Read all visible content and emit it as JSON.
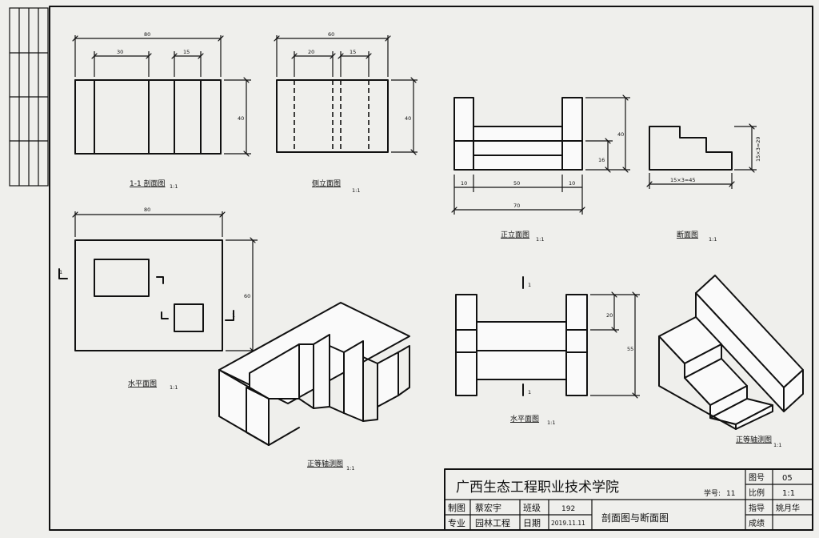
{
  "views": {
    "section_1_1": {
      "title": "1-1 剖面图",
      "scale": "1:1",
      "dims": [
        "80",
        "30",
        "15",
        "40"
      ]
    },
    "side_elevation": {
      "title": "侧立面图",
      "scale": "1:1",
      "dims": [
        "60",
        "20",
        "15",
        "40"
      ]
    },
    "front_elevation": {
      "title": "正立面图",
      "scale": "1:1",
      "dims": [
        "40",
        "16",
        "10",
        "50",
        "10",
        "70"
      ]
    },
    "cross_section": {
      "title": "断面图",
      "scale": "1:1",
      "dims": [
        "15×3=45",
        "15×3=29"
      ]
    },
    "plan": {
      "title": "水平面图",
      "scale": "1:1",
      "dims": [
        "80",
        "60"
      ],
      "cut_mark": "1"
    },
    "iso_left": {
      "title": "正等轴测图",
      "scale": "1:1"
    },
    "plan_right": {
      "title": "水平面图",
      "scale": "1:1",
      "dims": [
        "20",
        "55"
      ],
      "cut_mark": "1"
    },
    "iso_right": {
      "title": "正等轴测图",
      "scale": "1:1"
    }
  },
  "title_block": {
    "school": "广西生态工程职业技术学院",
    "student_id_label": "学号:",
    "student_id": "11",
    "drawn_by_label": "制图",
    "drawn_by": "蔡宏宇",
    "class_label": "班级",
    "class": "192",
    "major_label": "专业",
    "major": "园林工程",
    "date_label": "日期",
    "date": "2019.11.11",
    "drawing_title": "剖面图与断面图",
    "sheet_no_label": "图号",
    "sheet_no": "05",
    "scale_label": "比例",
    "scale": "1:1",
    "instructor_label": "指导",
    "instructor": "姚月华",
    "grade_label": "成绩",
    "grade": ""
  }
}
